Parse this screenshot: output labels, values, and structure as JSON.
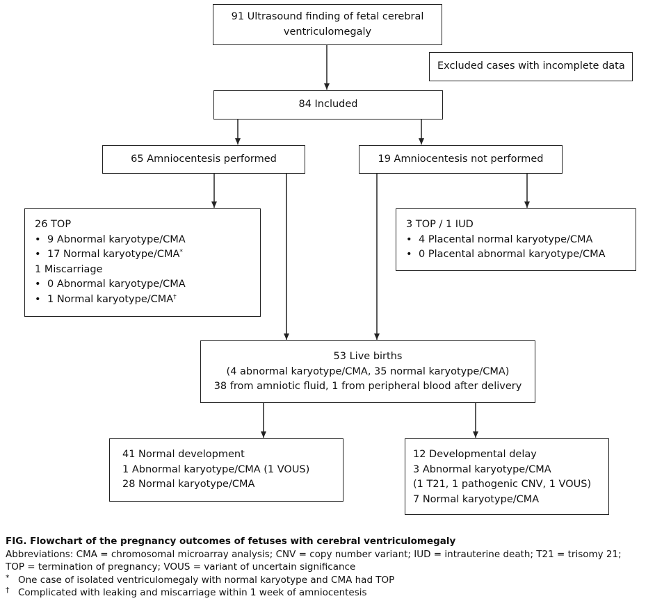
{
  "flow": {
    "start": {
      "line1": "91 Ultrasound finding of fetal cerebral",
      "line2": "ventriculomegaly"
    },
    "excluded": "Excluded cases with incomplete data",
    "included": "84 Included",
    "amnio_yes": "65 Amniocentesis performed",
    "amnio_no": "19 Amniocentesis not performed",
    "left_outcome": {
      "top": "26 TOP",
      "top_items": [
        "9 Abnormal karyotype/CMA",
        "17 Normal karyotype/CMA"
      ],
      "top_item2_mark": "*",
      "miscarriage": "1 Miscarriage",
      "misc_items": [
        "0 Abnormal karyotype/CMA",
        "1 Normal karyotype/CMA"
      ],
      "misc_item2_mark": "†"
    },
    "right_outcome": {
      "title": "3 TOP / 1 IUD",
      "items": [
        "4 Placental normal karyotype/CMA",
        "0 Placental abnormal karyotype/CMA"
      ]
    },
    "live_births": {
      "line1": "53 Live births",
      "line2": "(4 abnormal karyotype/CMA, 35 normal karyotype/CMA)",
      "line3": "38 from amniotic fluid, 1 from peripheral blood after delivery"
    },
    "normal_dev": {
      "line1": "41 Normal development",
      "line2": "1 Abnormal karyotype/CMA (1 VOUS)",
      "line3": "28 Normal karyotype/CMA"
    },
    "dev_delay": {
      "line1": "12 Developmental delay",
      "line2": "3 Abnormal karyotype/CMA",
      "line3": "(1 T21, 1 pathogenic CNV, 1 VOUS)",
      "line4": "7 Normal karyotype/CMA"
    }
  },
  "caption": {
    "title": "FIG.  Flowchart of the pregnancy outcomes of fetuses with cerebral ventriculomegaly",
    "abbrev1": "Abbreviations: CMA = chromosomal microarray analysis; CNV = copy number variant; IUD = intrauterine death; T21 = trisomy 21;",
    "abbrev2": "TOP = termination of pregnancy; VOUS = variant of uncertain significance",
    "footnotes": [
      {
        "mark": "*",
        "text": "One case of isolated ventriculomegaly with normal karyotype and CMA had TOP"
      },
      {
        "mark": "†",
        "text": "Complicated with leaking and miscarriage within 1 week of amniocentesis"
      }
    ]
  },
  "colors": {
    "border": "#222222",
    "text": "#111111",
    "background": "#ffffff"
  }
}
